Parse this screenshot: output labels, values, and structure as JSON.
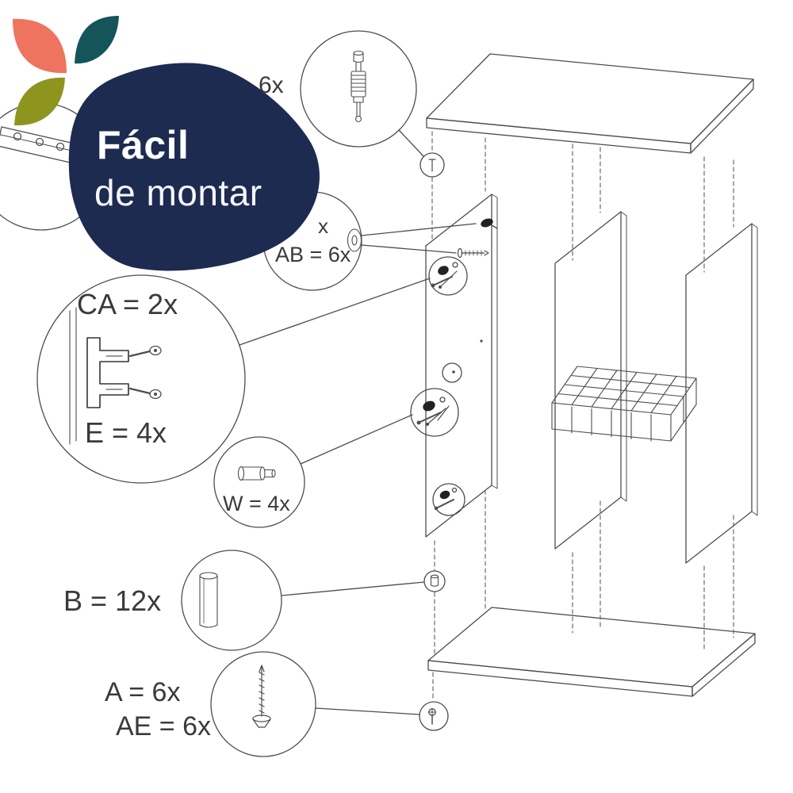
{
  "branding": {
    "title_line1": "Fácil",
    "title_line2": "de montar"
  },
  "labels": {
    "top_bolt_qty": "6x",
    "partial_qty": "x",
    "ab_qty": "AB = 6x",
    "ca_qty": "CA = 2x",
    "e_qty": "E = 4x",
    "w_qty": "W = 4x",
    "b_qty": "B = 12x",
    "a_qty": "A = 6x",
    "ae_qty": "AE = 6x"
  },
  "colors": {
    "navy": "#1d2b50",
    "coral": "#ef7460",
    "teal": "#15555a",
    "olive": "#8d951e",
    "line": "#4d4d4d",
    "text": "#3a3a3a"
  }
}
